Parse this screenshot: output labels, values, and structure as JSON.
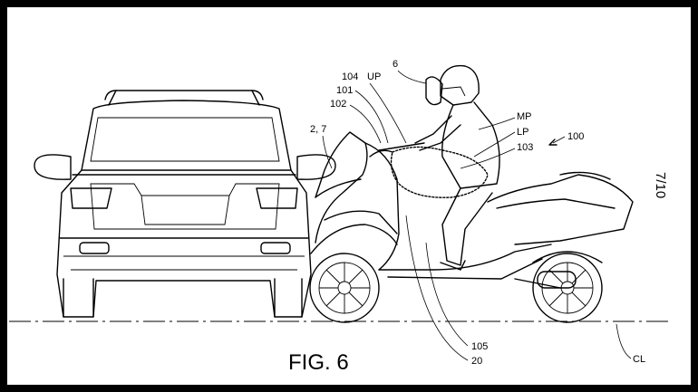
{
  "figure": {
    "caption": "FIG. 6",
    "sheet_number": "7/10"
  },
  "reference_labels": {
    "r6": "6",
    "r104": "104",
    "up": "UP",
    "r101": "101",
    "r102": "102",
    "r27": "2, 7",
    "mp": "MP",
    "lp": "LP",
    "r100": "100",
    "r103": "103",
    "r105": "105",
    "r20": "20",
    "cl": "CL"
  },
  "colors": {
    "border": "#000000",
    "paper": "#ffffff",
    "ink": "#000000"
  }
}
